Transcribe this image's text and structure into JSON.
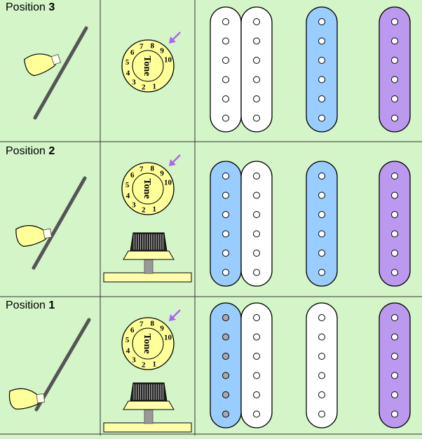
{
  "rows": [
    {
      "label_word": "Position",
      "label_num": "3",
      "show_knob": false,
      "pickups": [
        {
          "color": "#ffffff",
          "dots": "#ffffff"
        },
        {
          "color": "#ffffff",
          "dots": "#ffffff"
        },
        {
          "color": "#99ccff",
          "dots": "#ffffff"
        },
        {
          "color": "#bb99ee",
          "dots": "#ffffff"
        }
      ]
    },
    {
      "label_word": "Position",
      "label_num": "2",
      "show_knob": true,
      "pickups": [
        {
          "color": "#99ccff",
          "dots": "#ffffff"
        },
        {
          "color": "#ffffff",
          "dots": "#ffffff"
        },
        {
          "color": "#99ccff",
          "dots": "#ffffff"
        },
        {
          "color": "#bb99ee",
          "dots": "#ffffff"
        }
      ]
    },
    {
      "label_word": "Position",
      "label_num": "1",
      "show_knob": true,
      "pickups": [
        {
          "color": "#99ccff",
          "dots": "#aaaaaa"
        },
        {
          "color": "#ffffff",
          "dots": "#ffffff"
        },
        {
          "color": "#ffffff",
          "dots": "#ffffff"
        },
        {
          "color": "#bb99ee",
          "dots": "#ffffff"
        }
      ]
    }
  ],
  "dial": {
    "word": "Tone",
    "numbers": [
      "1",
      "2",
      "3",
      "4",
      "5",
      "6",
      "7",
      "8",
      "9",
      "10"
    ]
  },
  "colors": {
    "background": "#d4f5c8",
    "grid": "#333333",
    "pick": "#ffff99",
    "dial": "#ffff99",
    "arrow": "#aa66ee",
    "base": "#ffffaa"
  },
  "icons": [
    "guitar-pick-icon",
    "tone-dial-icon",
    "pointer-arrow-icon",
    "knob-icon",
    "pickup-icon"
  ]
}
